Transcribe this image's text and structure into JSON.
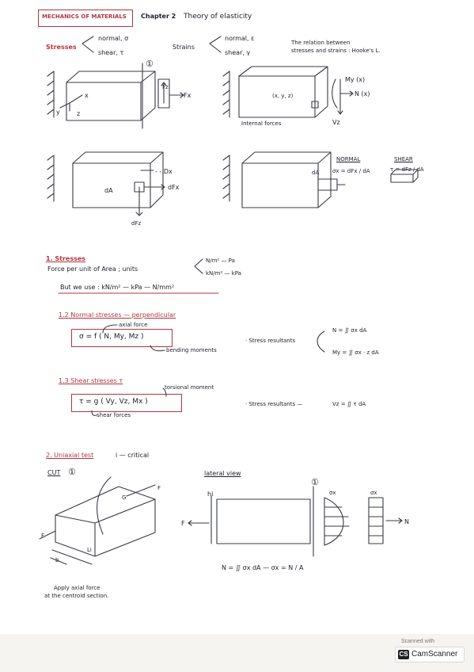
{
  "header": {
    "course": "MECHANICS OF MATERIALS",
    "chapter": "Chapter 2",
    "chapter_title": "Theory of elasticity"
  },
  "intro": {
    "stresses_label": "Stresses",
    "stress_normal": "normal, σ",
    "stress_shear": "shear, τ",
    "strains_label": "Strains",
    "strain_normal": "normal, ε",
    "strain_shear": "shear, γ",
    "relation_line1": "The relation between",
    "relation_line2": "stresses and strains : Hooke's L."
  },
  "fig1": {
    "section": "①",
    "x": "x",
    "y": "y",
    "z": "z",
    "fz": "Fz",
    "fx": "Fx"
  },
  "fig2": {
    "coords": "(x, y, z)",
    "my": "My (x)",
    "n": "N (x)",
    "vz": "Vz",
    "caption": "Internal forces"
  },
  "fig3": {
    "dx": "- - Dx",
    "da": "dA",
    "dfx": "dFx",
    "dfz": "dFz"
  },
  "fig4": {
    "da": "dA",
    "normal_title": "NORMAL",
    "normal_formula": "σx = dFx / dA",
    "shear_title": "SHEAR",
    "shear_formula": "τ = dFz / dA"
  },
  "section_stresses": {
    "title": "1. Stresses",
    "line1": "Force per unit of Area ; units",
    "unit1": "N/m² — Pa",
    "unit2": "kN/m² — kPa",
    "line2": "But we use : kN/m² — kPa — N/mm²"
  },
  "section_normal": {
    "title": "1.2 Normal stresses — perpendicular",
    "axial": "axial force",
    "formula": "σ = f ( N, My, Mz )",
    "bending": "bending moments",
    "resultants": "· Stress resultants",
    "n_eq": "N = ∬ σx dA",
    "my_eq": "My = ∬ σx · z dA"
  },
  "section_shear": {
    "title": "1.3 Shear stresses τ",
    "torsional": "torsional moment",
    "formula": "τ = g ( Vy, Vz, Mx )",
    "shear_forces": "shear forces",
    "resultants": "· Stress resultants —",
    "vz_eq": "Vz = ∬ τ dA"
  },
  "section_uniaxial": {
    "title": "2. Uniaxial test",
    "critical": "i — critical",
    "cut": "CUT",
    "cut_num": "①",
    "f_right": "F",
    "f_left": "F",
    "g_label": "G",
    "b_label": "b",
    "length_label": "Li",
    "caption1": "Apply axial force",
    "caption2": "at the centroid section.",
    "lateral_view": "lateral view",
    "hi": "hi",
    "f_side": "F",
    "section_num": "①",
    "sigma_x1": "σx",
    "sigma_x2": "σx",
    "n_side": "N",
    "bottom_eq": "N = ∬ σx dA — σx = N / A"
  },
  "footer": {
    "scanned_with": "Scanned with",
    "app_name": "CamScanner",
    "icon": "CS"
  }
}
